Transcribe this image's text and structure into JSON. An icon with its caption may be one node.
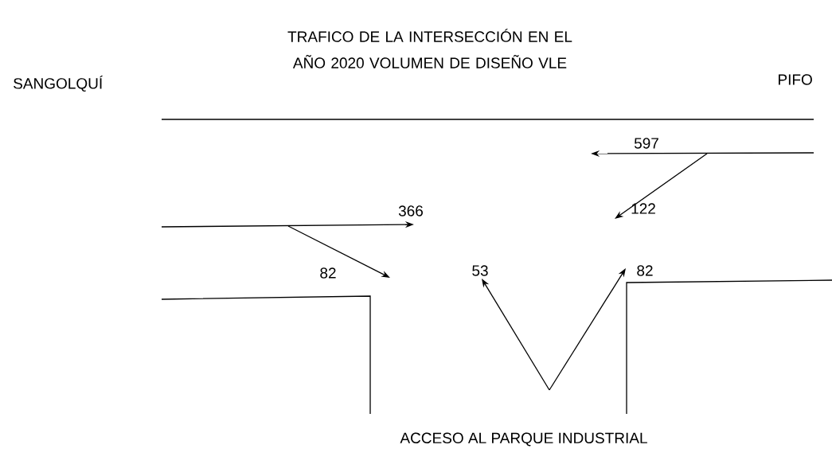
{
  "diagram": {
    "title": "TRAFICO DE LA INTERSECCIÓN EN EL AÑO 2020 VOLUMEN DE DISEÑO VLE",
    "labels": [
      "SANGOLQUÍ",
      "PIFO",
      "597",
      "366",
      "122",
      "82",
      "53",
      "82",
      "ACCESO AL PARQUE INDUSTRIAL"
    ]
  }
}
